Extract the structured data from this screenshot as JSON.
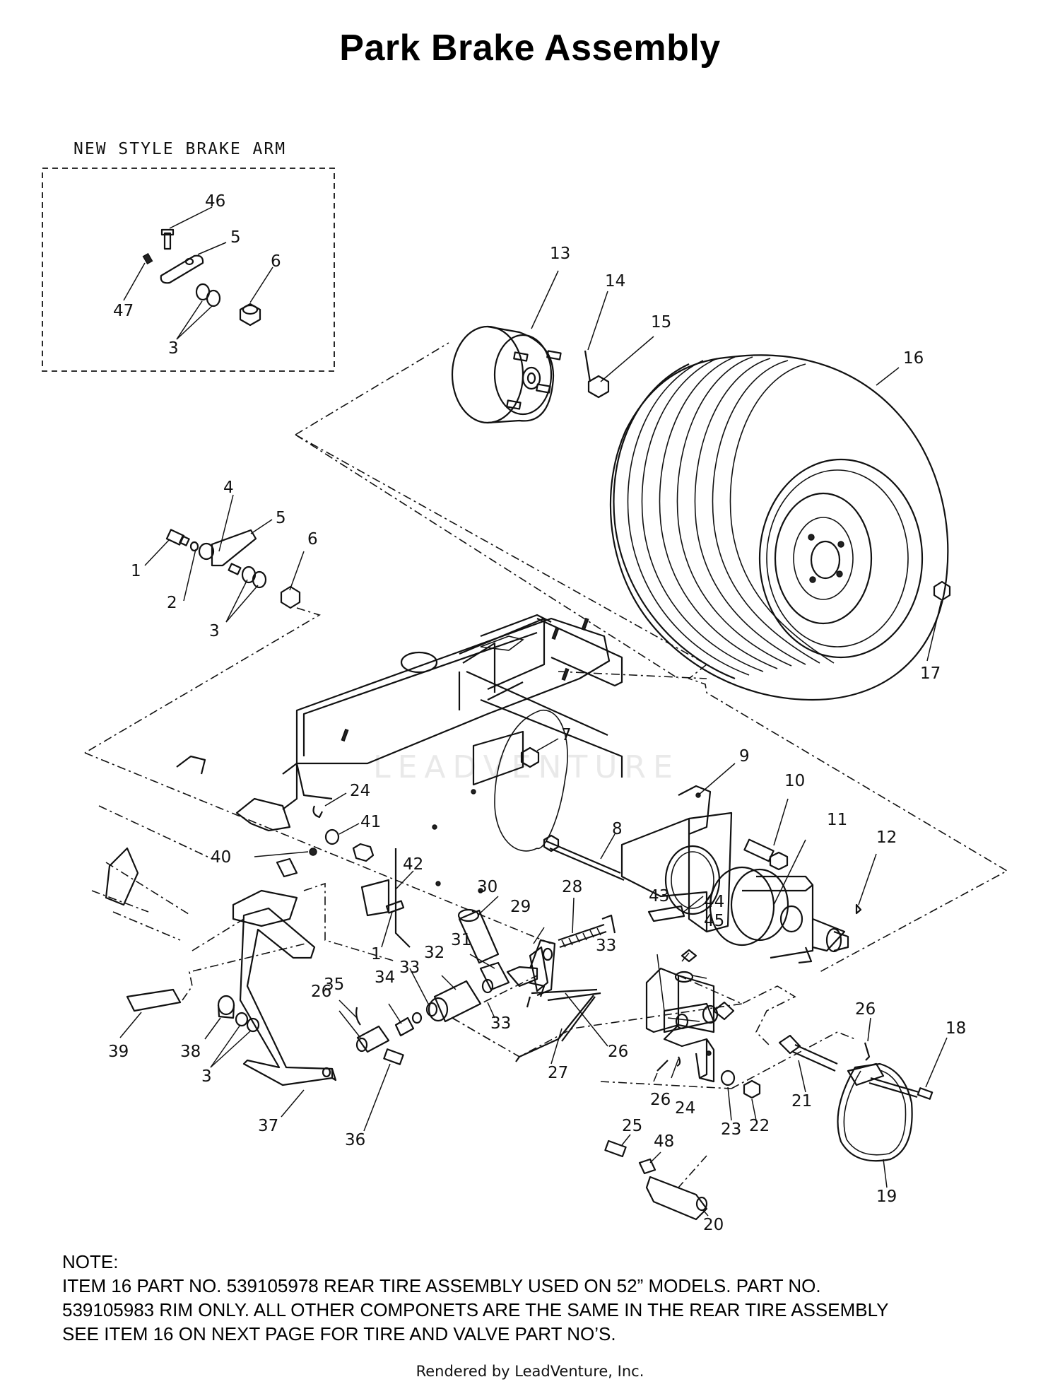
{
  "title": "Park Brake Assembly",
  "inset_title": "NEW STYLE BRAKE ARM",
  "watermark_text": "LEADVENTURE",
  "callouts": [
    "1",
    "2",
    "3",
    "4",
    "5",
    "6",
    "7",
    "8",
    "9",
    "10",
    "11",
    "12",
    "13",
    "14",
    "15",
    "16",
    "17",
    "18",
    "19",
    "20",
    "21",
    "22",
    "23",
    "24",
    "25",
    "26",
    "27",
    "28",
    "29",
    "30",
    "31",
    "32",
    "33",
    "34",
    "35",
    "36",
    "37",
    "38",
    "39",
    "40",
    "41",
    "42",
    "43",
    "44",
    "45",
    "46",
    "47",
    "48"
  ],
  "note": {
    "heading": "NOTE:",
    "lines": [
      "ITEM 16 PART NO. 539105978 REAR TIRE ASSEMBLY USED ON 52” MODELS. PART NO.",
      "539105983 RIM ONLY. ALL OTHER COMPONETS ARE THE SAME IN THE REAR TIRE ASSEMBLY",
      "SEE ITEM 16 ON NEXT PAGE FOR TIRE AND VALVE PART NO’S."
    ]
  },
  "footer": "Rendered by LeadVenture, Inc."
}
